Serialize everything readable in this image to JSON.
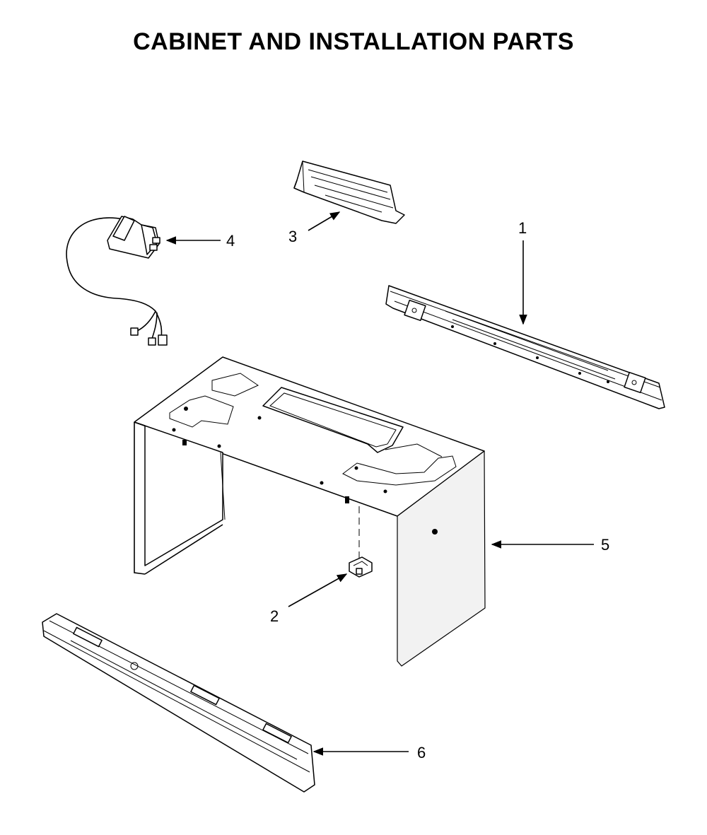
{
  "title": "CABINET AND INSTALLATION PARTS",
  "callouts": [
    {
      "id": "c1",
      "text": "1"
    },
    {
      "id": "c2",
      "text": "2"
    },
    {
      "id": "c3",
      "text": "3"
    },
    {
      "id": "c4",
      "text": "4"
    },
    {
      "id": "c5",
      "text": "5"
    },
    {
      "id": "c6",
      "text": "6"
    }
  ],
  "colors": {
    "ink": "#000000",
    "paper": "#ffffff"
  }
}
